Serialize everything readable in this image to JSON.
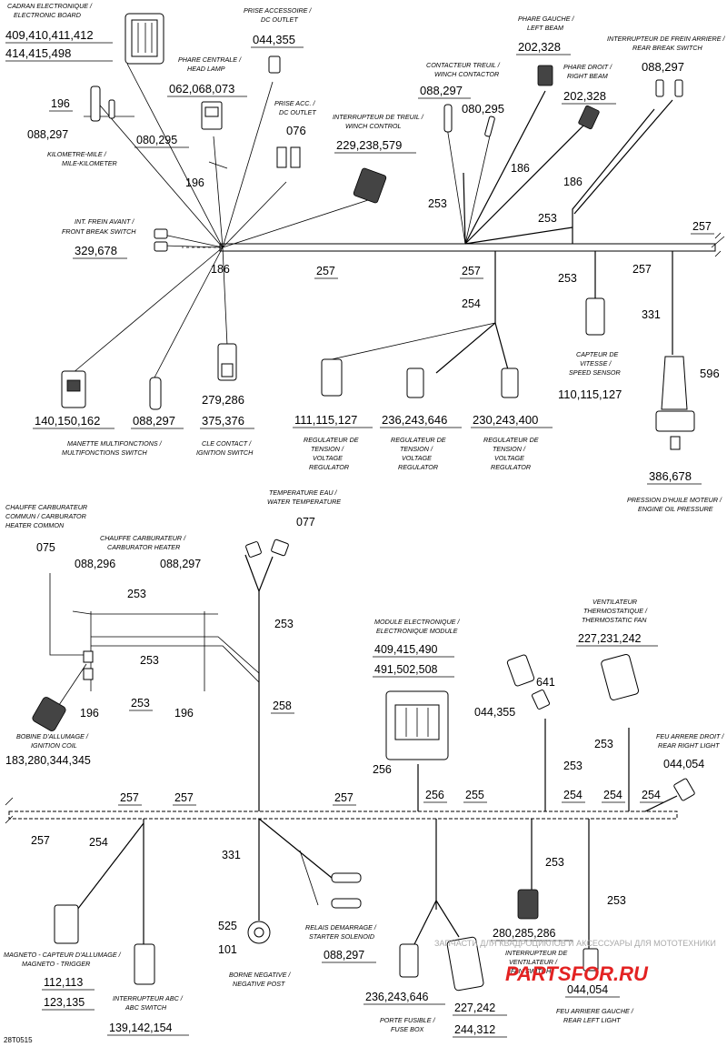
{
  "diagram": {
    "drawing_ref": "28T0515",
    "watermark_small": "ЗАПЧАСТИ ДЛЯ КВАДРОЦИКЛОВ И АКСЕССУАРЫ ДЛЯ МОТОТЕХНИКИ",
    "watermark_logo": "PARTSFOR.RU",
    "top": {
      "electronic_board": {
        "fr": "CADRAN ELECTRONIQUE /",
        "en": "ELECTRONIC BOARD",
        "parts1": "409,410,411,412",
        "parts2": "414,415,498"
      },
      "dc_outlet_top": {
        "fr": "PRISE ACCESSOIRE /",
        "en": "DC OUTLET",
        "parts": "044,355"
      },
      "head_lamp": {
        "fr": "PHARE CENTRALE /",
        "en": "HEAD LAMP",
        "parts": "062,068,073"
      },
      "dc_outlet_acc": {
        "fr": "PRISE ACC. /",
        "en": "DC OUTLET",
        "parts": "076"
      },
      "winch_control": {
        "fr": "INTERRUPTEUR DE TREUIL /",
        "en": "WINCH CONTROL",
        "parts": "229,238,579"
      },
      "winch_contactor": {
        "fr": "CONTACTEUR TREUIL /",
        "en": "WINCH CONTACTOR",
        "parts1": "088,297",
        "parts2": "080,295"
      },
      "left_beam": {
        "fr": "PHARE GAUCHE /",
        "en": "LEFT BEAM",
        "parts": "202,328"
      },
      "right_beam": {
        "fr": "PHARE DROIT /",
        "en": "RIGHT BEAM",
        "parts": "202,328"
      },
      "rear_brake_switch": {
        "fr": "INTERRUPTEUR DE FREIN ARRIERE /",
        "en": "REAR BREAK SWITCH",
        "parts": "088,297"
      },
      "odometer": {
        "fr": "KILOMETRE-MILE /",
        "en": "MILE-KILOMETER"
      },
      "front_brake_switch": {
        "fr": "INT. FREIN AVANT /",
        "en": "FRONT BREAK SWITCH",
        "parts": "329,678"
      },
      "multifunction_switch": {
        "fr": "MANETTE MULTIFONCTIONS /",
        "en": "MULTIFONCTIONS SWITCH",
        "parts1": "140,150,162",
        "parts2": "088,297"
      },
      "ignition_switch": {
        "fr": "CLE CONTACT /",
        "en": "IGNITION SWITCH",
        "parts1": "279,286",
        "parts2": "375,376"
      },
      "voltage_regulator": {
        "fr": "REGULATEUR DE",
        "fr2": "TENSION /",
        "en": "VOLTAGE",
        "en2": "REGULATOR",
        "parts1": "111,115,127",
        "parts2": "236,243,646",
        "parts3": "230,243,400"
      },
      "speed_sensor": {
        "fr": "CAPTEUR DE",
        "fr2": "VITESSE /",
        "en": "SPEED SENSOR",
        "parts": "110,115,127"
      },
      "engine_oil_pressure": {
        "fr": "PRESSION D'HUILE MOTEUR /",
        "en": "ENGINE OIL PRESSURE",
        "parts1": "596",
        "parts2": "386,678"
      },
      "wires": {
        "w196a": "196",
        "w088_297": "088,297",
        "w080_295": "080,295",
        "w196b": "196",
        "w186a": "186",
        "w186b": "186",
        "w186c": "186",
        "w253a": "253",
        "w253b": "253",
        "w253c": "253",
        "w257a": "257",
        "w257b": "257",
        "w257c": "257",
        "w257d": "257",
        "w254": "254",
        "w331": "331"
      }
    },
    "bottom": {
      "carb_heater_common": {
        "fr": "CHAUFFE CARBURATEUR",
        "fr2": "COMMUN / CARBURATOR",
        "en": "HEATER COMMON",
        "parts": "075"
      },
      "carb_heater": {
        "fr": "CHAUFFE CARBURATEUR /",
        "en": "CARBURATOR HEATER",
        "parts1": "088,296",
        "parts2": "088,297"
      },
      "water_temperature": {
        "fr": "TEMPERATURE EAU /",
        "en": "WATER TEMPERATURE",
        "parts": "077"
      },
      "ignition_coil": {
        "fr": "BOBINE D'ALLUMAGE /",
        "en": "IGNITION COIL",
        "parts": "183,280,344,345"
      },
      "electronic_module": {
        "fr": "MODULE ELECTRONIQUE /",
        "en": "ELECTRONIQUE MODULE",
        "parts1": "409,415,490",
        "parts2": "491,502,508"
      },
      "thermostatic_fan": {
        "fr": "VENTILATEUR",
        "fr2": "THERMOSTATIQUE /",
        "en": "THERMOSTATIC FAN",
        "parts": "227,231,242"
      },
      "rear_right_light": {
        "fr": "FEU ARRERE DROIT /",
        "en": "REAR RIGHT LIGHT",
        "parts": "044,054"
      },
      "part_641": "641",
      "part_044_355": "044,355",
      "magneto_trigger": {
        "fr": "MAGNETO - CAPTEUR D'ALLUMAGE /",
        "en": "MAGNETO - TRIGGER",
        "parts1": "112,113",
        "parts2": "123,135"
      },
      "abc_switch": {
        "fr": "INTERRUPTEUR ABC /",
        "en": "ABC SWITCH",
        "parts": "139,142,154"
      },
      "negative_post": {
        "fr": "BORNE NEGATIVE /",
        "en": "NEGATIVE POST",
        "parts1": "525",
        "parts2": "101"
      },
      "starter_solenoid": {
        "fr": "RELAIS DEMARRAGE /",
        "en": "STARTER SOLENOID",
        "parts": "088,297"
      },
      "fuse_box": {
        "fr": "PORTE FUSIBLE /",
        "en": "FUSE BOX",
        "parts": "236,243,646"
      },
      "fan_switch": {
        "fr": "INTERRUPTEUR DE",
        "fr2": "VENTILATEUR /",
        "en": "FAN SWITCH",
        "parts": "280,285,286"
      },
      "relay_227": {
        "parts1": "227,242",
        "parts2": "244,312"
      },
      "rear_left_light": {
        "fr": "FEU ARRIERE GAUCHE /",
        "en": "REAR LEFT LIGHT",
        "parts": "044,054"
      },
      "wires": {
        "w253a": "253",
        "w253b": "253",
        "w253c": "253",
        "w253d": "253",
        "w253e": "253",
        "w253f": "253",
        "w253g": "253",
        "w253h": "253",
        "w196a": "196",
        "w196b": "196",
        "w258": "258",
        "w256a": "256",
        "w256b": "256",
        "w255": "255",
        "w257a": "257",
        "w257b": "257",
        "w257c": "257",
        "w257d": "257",
        "w254a": "254",
        "w254b": "254",
        "w254c": "254",
        "w254d": "254",
        "w331": "331"
      }
    }
  }
}
